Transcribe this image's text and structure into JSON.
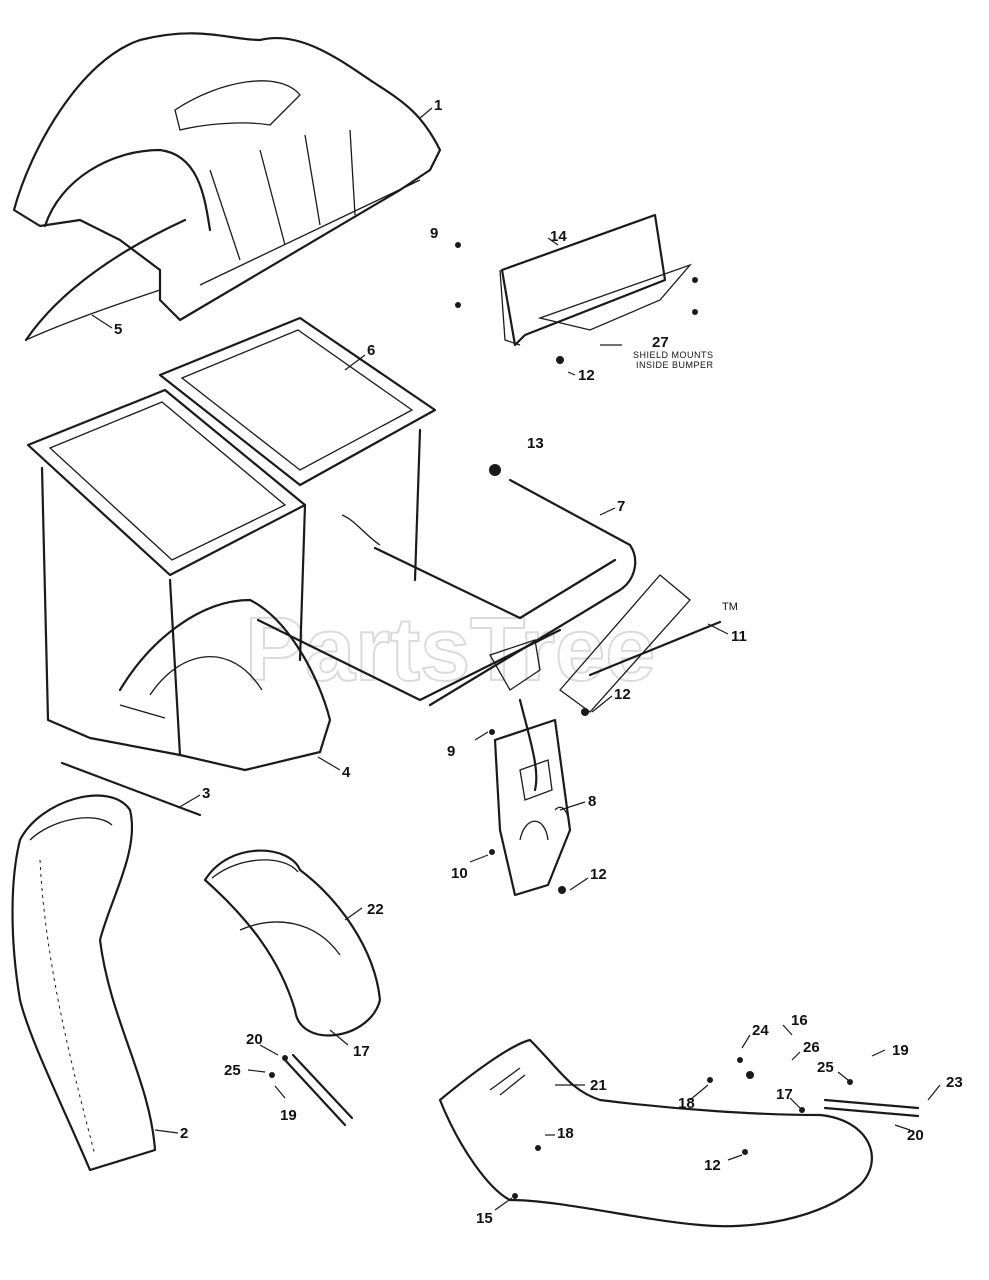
{
  "watermark": {
    "text": "PartsTree",
    "mark": "TM"
  },
  "note": {
    "line1": "SHIELD MOUNTS",
    "line2": "INSIDE BUMPER"
  },
  "callouts": [
    {
      "id": "c1",
      "label": "1"
    },
    {
      "id": "c2",
      "label": "2"
    },
    {
      "id": "c3",
      "label": "3"
    },
    {
      "id": "c4",
      "label": "4"
    },
    {
      "id": "c5",
      "label": "5"
    },
    {
      "id": "c6",
      "label": "6"
    },
    {
      "id": "c7",
      "label": "7"
    },
    {
      "id": "c8",
      "label": "8"
    },
    {
      "id": "c9a",
      "label": "9"
    },
    {
      "id": "c9b",
      "label": "9"
    },
    {
      "id": "c10",
      "label": "10"
    },
    {
      "id": "c11",
      "label": "11"
    },
    {
      "id": "c12a",
      "label": "12"
    },
    {
      "id": "c12b",
      "label": "12"
    },
    {
      "id": "c12c",
      "label": "12"
    },
    {
      "id": "c12d",
      "label": "12"
    },
    {
      "id": "c13",
      "label": "13"
    },
    {
      "id": "c14",
      "label": "14"
    },
    {
      "id": "c15",
      "label": "15"
    },
    {
      "id": "c16",
      "label": "16"
    },
    {
      "id": "c17a",
      "label": "17"
    },
    {
      "id": "c17b",
      "label": "17"
    },
    {
      "id": "c18a",
      "label": "18"
    },
    {
      "id": "c18b",
      "label": "18"
    },
    {
      "id": "c19a",
      "label": "19"
    },
    {
      "id": "c19b",
      "label": "19"
    },
    {
      "id": "c20a",
      "label": "20"
    },
    {
      "id": "c20b",
      "label": "20"
    },
    {
      "id": "c21",
      "label": "21"
    },
    {
      "id": "c22",
      "label": "22"
    },
    {
      "id": "c23",
      "label": "23"
    },
    {
      "id": "c24",
      "label": "24"
    },
    {
      "id": "c25a",
      "label": "25"
    },
    {
      "id": "c25b",
      "label": "25"
    },
    {
      "id": "c26",
      "label": "26"
    },
    {
      "id": "c27",
      "label": "27"
    }
  ]
}
